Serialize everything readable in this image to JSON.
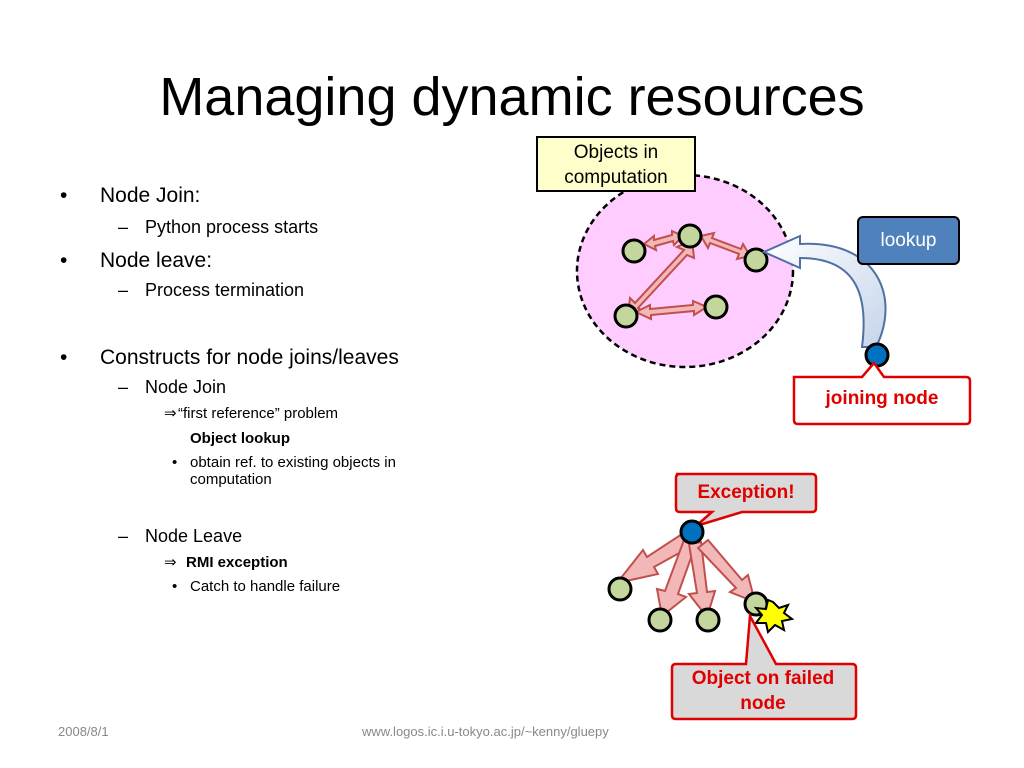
{
  "slide": {
    "title": "Managing dynamic resources",
    "bullets": [
      {
        "text": "Node Join:",
        "sub": [
          "Python process starts"
        ]
      },
      {
        "text": "Node leave:",
        "sub": [
          "Process termination"
        ]
      },
      {
        "text": "Constructs for node joins/leaves"
      }
    ],
    "join": {
      "label": "Node Join",
      "arrow_line": "“first reference” problem",
      "sub_bold": "Object lookup",
      "bullet": "obtain ref. to existing objects in computation"
    },
    "leave": {
      "label": "Node Leave",
      "arrow_line": "RMI exception",
      "bullet": "Catch to handle failure"
    },
    "markers": {
      "bullet": "•",
      "dash": "–",
      "implies": "⇒"
    }
  },
  "diagram": {
    "objects_box": "Objects in computation",
    "lookup": "lookup",
    "joining_node": "joining node",
    "exception": "Exception!",
    "failed_node": "Object on failed node"
  },
  "footer": {
    "date": "2008/8/1",
    "url": "www.logos.ic.i.u-tokyo.ac.jp/~kenny/gluepy"
  },
  "colors": {
    "cloud_fill": "#ffccff",
    "node_fill": "#c3d69b",
    "joining_node_fill": "#0070c0",
    "arrow_fill": "#f2b8b8",
    "arrow_stroke": "#c0504d",
    "lookup_fill": "#4f81bd",
    "objects_box_fill": "#ffffcc",
    "callout_text": "#e00000",
    "callout_fill": "#d9d9d9",
    "explosion_fill": "#ffff00"
  }
}
